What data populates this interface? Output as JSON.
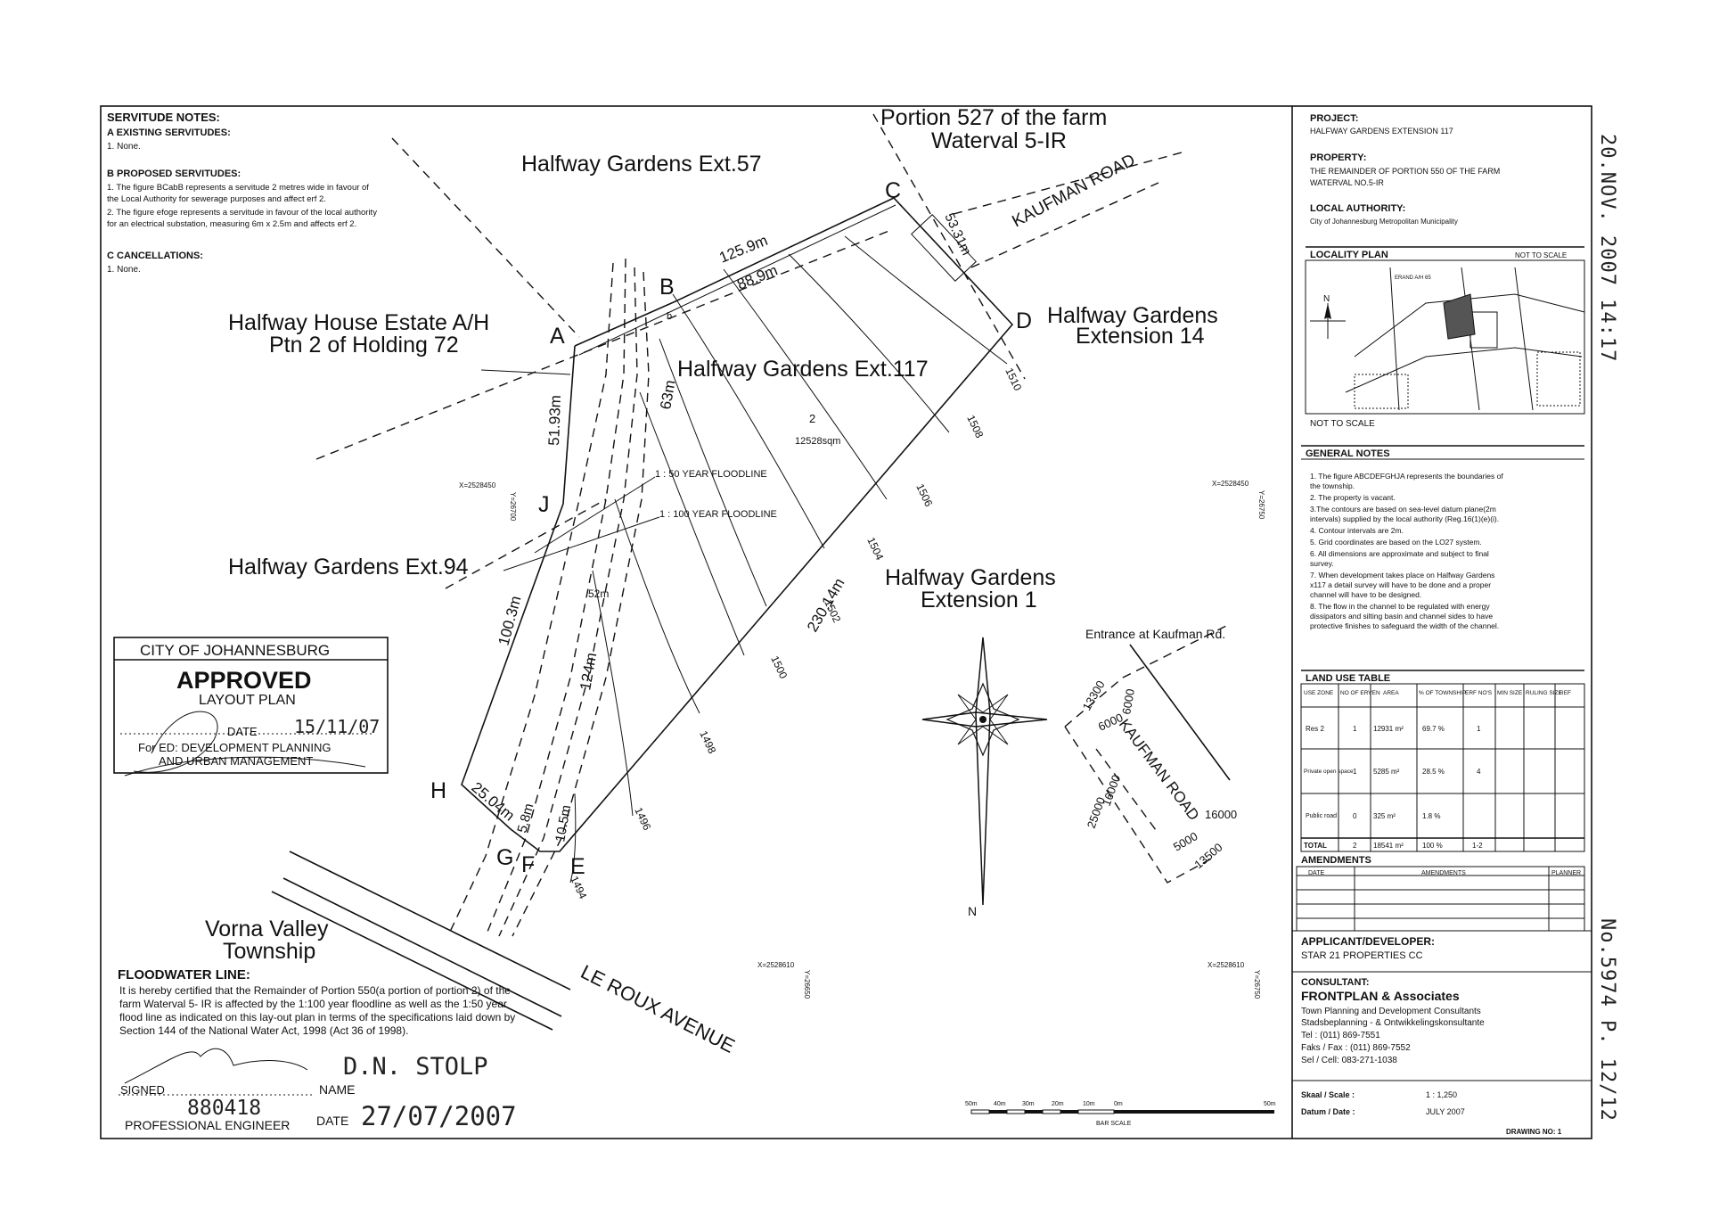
{
  "fax": {
    "header": "20.NOV. 2007 14:17",
    "footer": "No.5974   P. 12/12"
  },
  "servitude_notes": {
    "title": "SERVITUDE NOTES:",
    "a_title": "A  EXISTING SERVITUDES:",
    "a_1": "1. None.",
    "b_title": "B  PROPOSED SERVITUDES:",
    "b_1": "1.  The figure BCabB represents a servitude 2 metres wide in favour of",
    "b_1b": "the Local Authority for sewerage purposes and affect erf 2.",
    "b_2": "2. The figure efoge represents a servitude in favour of the local authority",
    "b_2b": "for an electrical substation, measuring 6m x 2.5m and affects erf 2.",
    "c_title": "C  CANCELLATIONS:",
    "c_1": "1. None."
  },
  "map_labels": {
    "portion_527_l1": "Portion 527 of the farm",
    "portion_527_l2": "Waterval 5-IR",
    "kaufman_road": "KAUFMAN ROAD",
    "hg_ext57": "Halfway Gardens Ext.57",
    "hh_estate_l1": "Halfway House Estate A/H",
    "hh_estate_l2": "Ptn 2 of Holding 72",
    "hg_ext117": "Halfway Gardens Ext.117",
    "hg_ext14_l1": "Halfway Gardens",
    "hg_ext14_l2": "Extension 14",
    "hg_ext94": "Halfway Gardens Ext.94",
    "hg_ext1_l1": "Halfway Gardens",
    "hg_ext1_l2": "Extension 1",
    "vorna_l1": "Vorna Valley",
    "vorna_l2": "Township",
    "le_roux": "LE ROUX AVENUE",
    "floodline_50": "1 : 50 YEAR FLOODLINE",
    "floodline_100": "1 : 100 YEAR FLOODLINE",
    "erf_2": "2",
    "erf_2_area": "12528sqm",
    "entrance": "Entrance at Kaufman Rd.",
    "kaufman_road_detail": "KAUFMAN ROAD",
    "north": "N"
  },
  "points": {
    "A": "A",
    "B": "B",
    "C": "C",
    "D": "D",
    "E": "E",
    "F": "F",
    "G": "G",
    "H": "H",
    "J": "J",
    "b": "b"
  },
  "dimensions": {
    "d_125_9": "125.9m",
    "d_88_9": "88.9m",
    "d_53_31": "53.31m",
    "d_63": "63m",
    "d_51_93": "51.93m",
    "d_100_3": "100.3m",
    "d_124": "124m",
    "d_230_14": "230.14m",
    "d_25": "25.04m",
    "d_5_8": "5.8m",
    "d_10_5": "10.5m",
    "d_52": "52m"
  },
  "contours": {
    "c1510": "1510",
    "c1508": "1508",
    "c1506": "1506",
    "c1504": "1504",
    "c1502": "1502",
    "c1500": "1500",
    "c1498": "1498",
    "c1496": "1496",
    "c1494": "1494"
  },
  "coords": {
    "x1": "X=2528450",
    "x2": "X=2528450",
    "x3": "X=2528610",
    "x4": "X=2528610",
    "y1": "Y=26700",
    "y2": "Y=26750",
    "y3": "Y=26650",
    "y4": "Y=26750"
  },
  "entrance_dims": {
    "e13300": "13300",
    "e6000a": "6000",
    "e6000b": "6000",
    "e16000": "16000",
    "e25000": "25000",
    "e5000": "5000",
    "e13500": "13500",
    "e6000c": "16000"
  },
  "stamp": {
    "city": "CITY OF JOHANNESBURG",
    "approved": "APPROVED",
    "layout": "LAYOUT PLAN",
    "date_label": "DATE",
    "date_value": "15/11/07",
    "for_line1": "For ED: DEVELOPMENT PLANNING",
    "for_line2": "AND URBAN MANAGEMENT"
  },
  "floodwater": {
    "title": "FLOODWATER LINE:",
    "l1": "It is hereby certified that the Remainder of Portion 550(a portion of portion 2) of the",
    "l2": "farm Waterval 5- IR is affected by the 1:100 year floodline as well as the 1:50 year",
    "l3": "flood line as indicated on this lay-out plan in terms of the specifications laid down by",
    "l4": "Section 144 of the National Water Act, 1998 (Act 36 of 1998).",
    "name_value": "D.N. STOLP",
    "signed_label": "SIGNED",
    "name_label": "NAME",
    "number_value": "880418",
    "pe_label": "PROFESSIONAL ENGINEER",
    "date_label": "DATE",
    "date_value": "27/07/2007"
  },
  "bar_scale": {
    "label": "BAR SCALE",
    "ticks": [
      "50m",
      "40m",
      "30m",
      "20m",
      "10m",
      "0m",
      "50m"
    ]
  },
  "title_block": {
    "project_label": "PROJECT:",
    "project_value": "HALFWAY GARDENS EXTENSION 117",
    "property_label": "PROPERTY:",
    "property_l1": "THE REMAINDER OF PORTION 550 OF THE FARM",
    "property_l2": "WATERVAL NO.5-IR",
    "authority_label": "LOCAL AUTHORITY:",
    "authority_value": "City of Johannesburg Metropolitan Municipality",
    "locality_label": "LOCALITY PLAN",
    "locality_nts": "NOT TO SCALE",
    "locality_nts2": "NOT TO SCALE",
    "locality_n": "N",
    "locality_tag": "ERAND A/H 65",
    "general_notes_label": "GENERAL NOTES",
    "notes": [
      "1. The figure ABCDEFGHJA represents the boundaries of",
      "the township.",
      "2. The property is vacant.",
      "3.The contours are based on sea-level datum plane(2m",
      "intervals) supplied by the local authority (Reg.16(1)(e)(i).",
      "4. Contour intervals are 2m.",
      "5. Grid coordinates are based on the LO27 system.",
      "6. All dimensions are approximate and subject to final",
      "survey.",
      "7. When development takes place on Halfway Gardens",
      "x117 a detail survey will have to be done and a proper",
      "channel will have to be designed.",
      "8. The flow in the channel to be regulated with energy",
      "dissipators and silting basin and channel sides to have",
      "protective finishes to safeguard the width of the channel."
    ],
    "land_use_label": "LAND USE TABLE",
    "land_use_headers": [
      "USE ZONE",
      "NO OF ERVEN",
      "AREA",
      "% OF TOWNSHIP",
      "ERF NO'S",
      "MIN SIZE",
      "RULING SIZE",
      "REF"
    ],
    "land_use_rows": [
      [
        "Res 2",
        "1",
        "12931 m²",
        "69.7 %",
        "1",
        "",
        "",
        ""
      ],
      [
        "Private open space",
        "1",
        "5285 m²",
        "28.5 %",
        "4",
        "",
        "",
        ""
      ],
      [
        "Public road",
        "0",
        "325 m²",
        "1.8 %",
        "",
        "",
        "",
        ""
      ],
      [
        "TOTAL",
        "2",
        "18541 m²",
        "100 %",
        "1-2",
        "",
        "",
        ""
      ]
    ],
    "amendments_label": "AMENDMENTS",
    "amend_headers": [
      "DATE",
      "AMENDMENTS",
      "PLANNER"
    ],
    "applicant_label": "APPLICANT/DEVELOPER:",
    "applicant_value": "STAR 21 PROPERTIES CC",
    "consultant_label": "CONSULTANT:",
    "consultant_name": "FRONTPLAN & Associates",
    "consultant_l1": "Town Planning and Development Consultants",
    "consultant_l2": "Stadsbeplanning - & Ontwikkelingskonsultante",
    "consultant_tel": "Tel : (011) 869-7551",
    "consultant_fax": "Faks / Fax : (011) 869-7552",
    "consultant_cell": "Sel / Cell: 083-271-1038",
    "scale_label": "Skaal / Scale :",
    "scale_value": "1 : 1,250",
    "date_label": "Datum / Date :",
    "date_value": "JULY 2007",
    "drawing_label": "DRAWING NO: 1"
  },
  "colors": {
    "ink": "#111111",
    "paper": "#ffffff"
  }
}
